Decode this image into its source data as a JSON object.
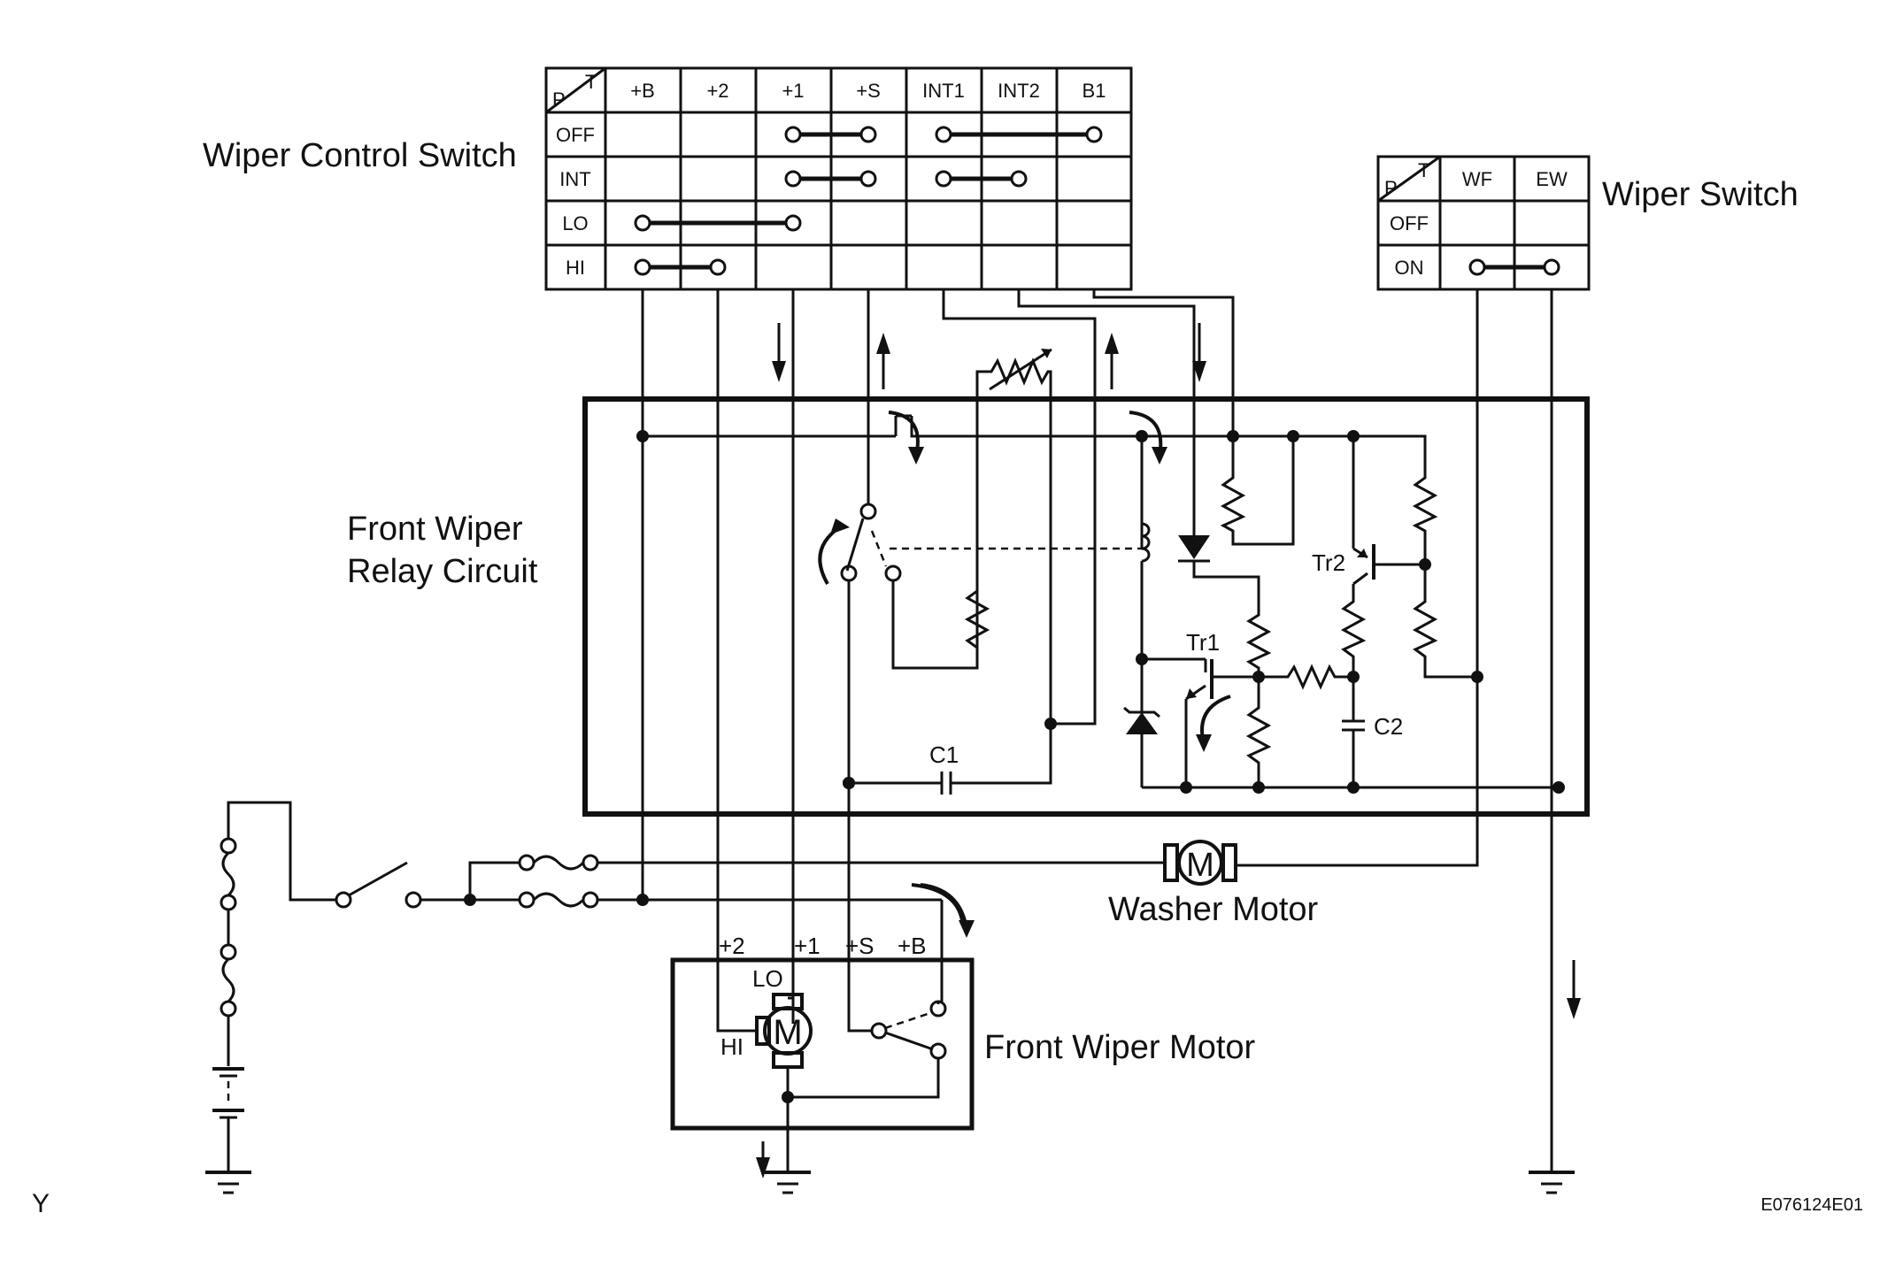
{
  "labels": {
    "wiper_control_switch": "Wiper Control Switch",
    "wiper_switch": "Wiper Switch",
    "relay_line1": "Front Wiper",
    "relay_line2": "Relay Circuit",
    "washer_motor": "Washer Motor",
    "front_wiper_motor": "Front Wiper Motor",
    "corner_mark": "Y",
    "figure_code": "E076124E01"
  },
  "control_switch_table": {
    "corner_p": "P",
    "corner_t": "T",
    "columns": [
      "+B",
      "+2",
      "+1",
      "+S",
      "INT1",
      "INT2",
      "B1"
    ],
    "rows": [
      "OFF",
      "INT",
      "LO",
      "HI"
    ]
  },
  "wiper_switch_table": {
    "corner_p": "P",
    "corner_t": "T",
    "columns": [
      "WF",
      "EW"
    ],
    "rows": [
      "OFF",
      "ON"
    ]
  },
  "relay": {
    "tr1": "Tr1",
    "tr2": "Tr2",
    "c1": "C1",
    "c2": "C2"
  },
  "motor": {
    "symbol": "M",
    "lo": "LO",
    "hi": "HI",
    "terminals": [
      "+2",
      "+1",
      "+S",
      "+B"
    ]
  },
  "washer": {
    "symbol": "M"
  }
}
